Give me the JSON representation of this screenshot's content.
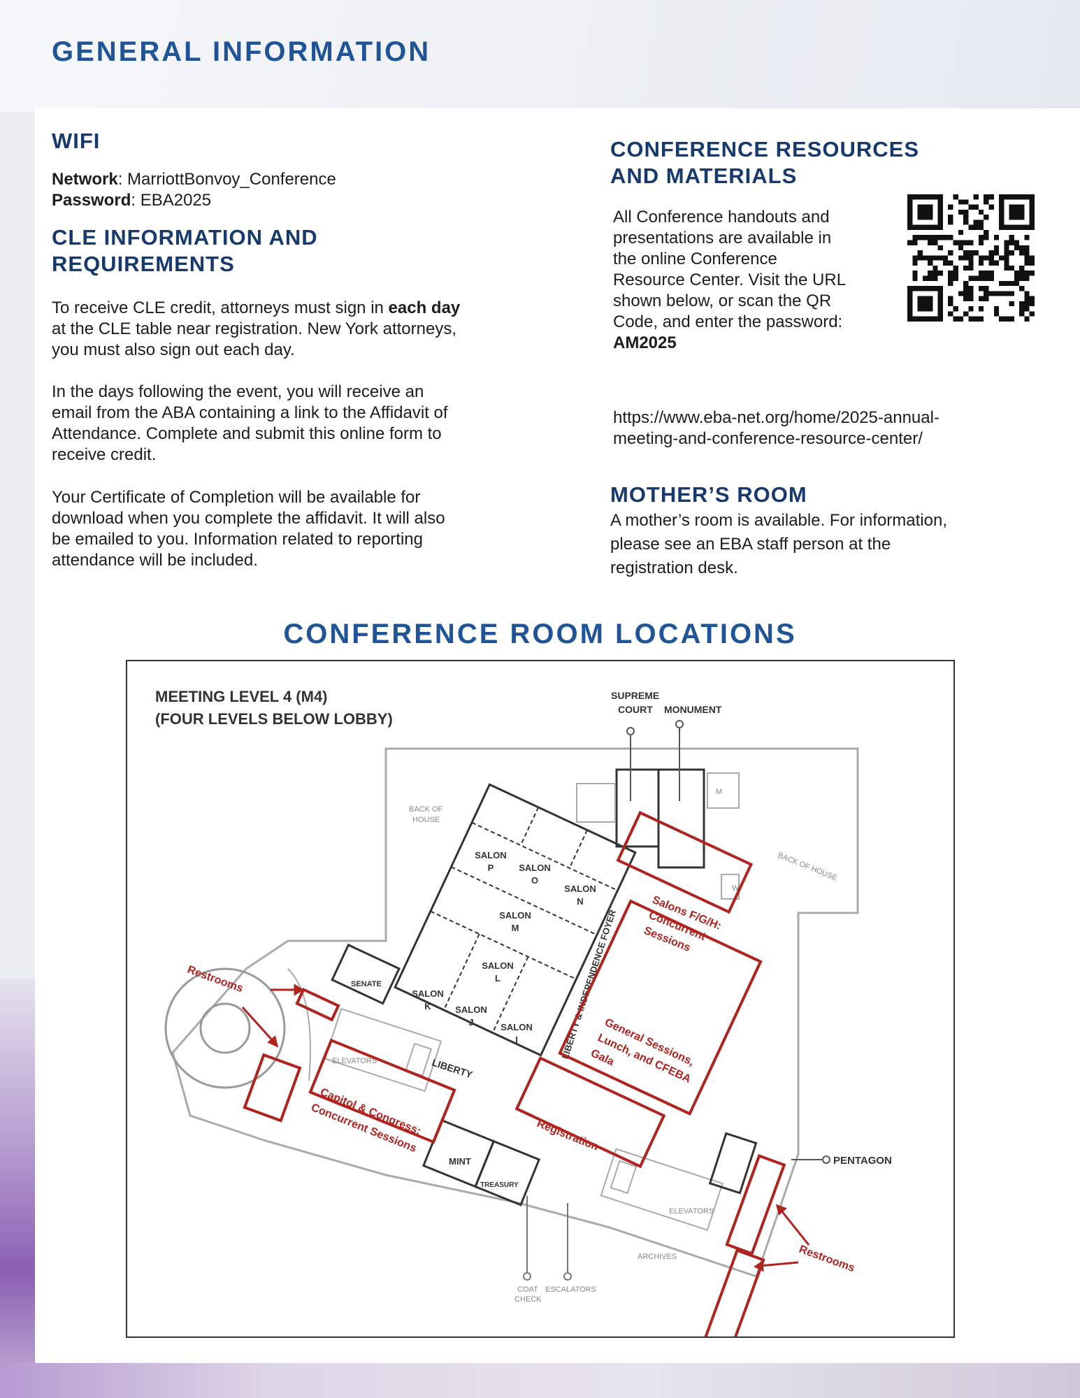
{
  "page_title": "GENERAL INFORMATION",
  "wifi": {
    "heading": "WIFI",
    "network_label": "Network",
    "network_value": ": MarriottBonvoy_Conference",
    "password_label": "Password",
    "password_value": ": EBA2025"
  },
  "cle": {
    "heading_line1": "CLE INFORMATION AND",
    "heading_line2": "REQUIREMENTS",
    "p1_line1_before": "To receive CLE credit, attorneys must sign in ",
    "p1_line1_bold": "each day",
    "p1_line2": "at the CLE table near registration. New York attorneys,",
    "p1_line3": "you must also sign out each day.",
    "p2_lines": [
      "In the days following the event, you will receive an",
      "email from the ABA containing a link to the Affidavit of",
      "Attendance. Complete and submit this online form to",
      "receive credit."
    ],
    "p3_lines": [
      "Your Certificate of Completion will be available for",
      "download when you complete the affidavit. It will also",
      "be emailed to you. Information related to reporting",
      "attendance will be included."
    ]
  },
  "resources": {
    "heading_line1": "CONFERENCE RESOURCES",
    "heading_line2": "AND MATERIALS",
    "lines": [
      "All Conference handouts and",
      "presentations are available in",
      "the online Conference",
      "Resource Center. Visit the URL",
      "shown below, or scan the QR",
      "Code, and enter the password:"
    ],
    "password": "AM2025",
    "url_line1": "https://www.eba-net.org/home/2025-annual-",
    "url_line2": "meeting-and-conference-resource-center/"
  },
  "mothers_room": {
    "heading": "MOTHER’S ROOM",
    "lines": [
      "A mother’s room is available. For information,",
      "please see an EBA staff person at the",
      "registration desk."
    ]
  },
  "map": {
    "title": "CONFERENCE ROOM LOCATIONS",
    "level_line1": "MEETING LEVEL 4 (M4)",
    "level_line2": "(FOUR LEVELS BELOW LOBBY)",
    "labels": {
      "supreme1": "SUPREME",
      "supreme2": "COURT",
      "monument": "MONUMENT",
      "boh1": "BACK OF",
      "boh2": "HOUSE",
      "boh_right": "BACK OF HOUSE",
      "m": "M",
      "w": "W",
      "salon": "SALON",
      "p": "P",
      "o": "O",
      "n": "N",
      "mm": "M",
      "l": "L",
      "k": "K",
      "j": "J",
      "i": "I",
      "foyer": "LIBERTY & INDEPENDENCE FOYER",
      "senate": "SENATE",
      "elevators": "ELEVATORS",
      "liberty": "LIBERTY",
      "mint": "MINT",
      "treasury": "TREASURY",
      "elevators2": "ELEVATORS",
      "archives": "ARCHIVES",
      "pentagon": "PENTAGON",
      "coat1": "COAT",
      "coat2": "CHECK",
      "escalators": "ESCALATORS"
    },
    "annotations": {
      "restrooms_left": "Restrooms",
      "restrooms_right": "Restrooms",
      "salons_fgh": [
        "Salons F/G/H:",
        "Concurrent",
        "Sessions"
      ],
      "general": [
        "General Sessions,",
        "Lunch, and CFEBA",
        "Gala"
      ],
      "capitol": [
        "Capitol & Congress:",
        "Concurrent Sessions"
      ],
      "registration": "Registration"
    },
    "accent_color": "#b0231e"
  }
}
